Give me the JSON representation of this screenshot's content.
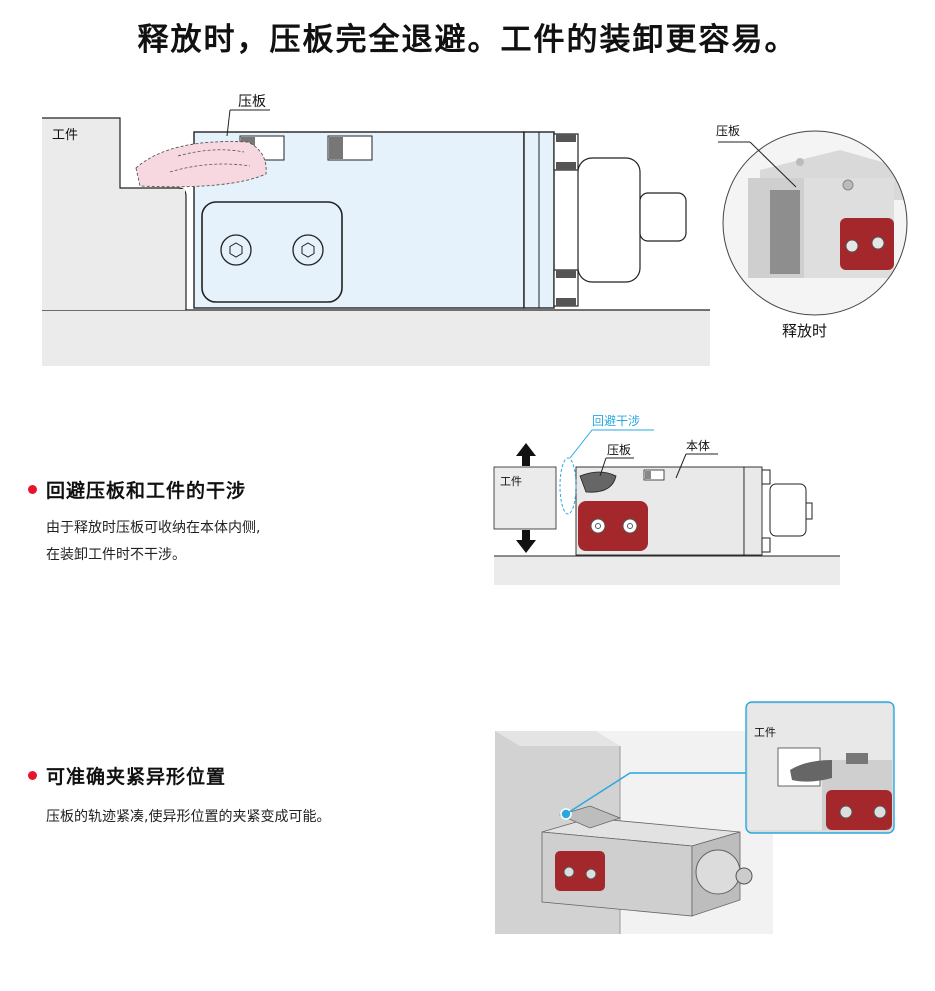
{
  "title": "释放时，压板完全退避。工件的装卸更容易。",
  "top_diagram": {
    "workpiece_label": "工件",
    "clamp_label": "压板"
  },
  "inset_top": {
    "clamp_label": "压板",
    "caption": "释放时"
  },
  "feature1": {
    "title": "回避压板和工件的干涉",
    "desc_line1": "由于释放时压板可收纳在本体内侧,",
    "desc_line2": "在装卸工件时不干涉。",
    "diagram": {
      "interference_label": "回避干涉",
      "clamp_label": "压板",
      "body_label": "本体",
      "workpiece_label": "工件"
    }
  },
  "feature2": {
    "title": "可准确夹紧异形位置",
    "desc": "压板的轨迹紧凑,使异形位置的夹紧变成可能。",
    "inset": {
      "workpiece_label": "工件"
    }
  },
  "colors": {
    "accent_red": "#e8142c",
    "leader_blue": "#29a8e0",
    "clamp_blue": "#e6f2fb",
    "base_gray": "#ebebeb",
    "pad_red": "#a4272b"
  }
}
